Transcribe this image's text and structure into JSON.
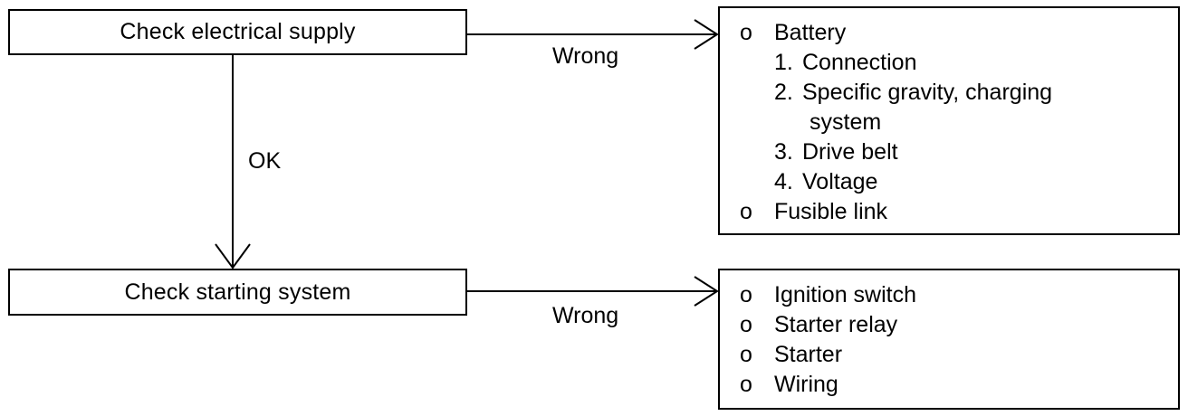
{
  "steps": {
    "electrical": "Check electrical supply",
    "starting": "Check starting system"
  },
  "edges": {
    "electrical_wrong": "Wrong",
    "electrical_ok": "OK",
    "starting_wrong": "Wrong"
  },
  "causes": {
    "electrical": {
      "battery": {
        "bullet": "o",
        "label": "Battery",
        "checks": [
          {
            "num": "1.",
            "text": "Connection",
            "cont": ""
          },
          {
            "num": "2.",
            "text": "Specific gravity, charging",
            "cont": "system"
          },
          {
            "num": "3.",
            "text": "Drive belt",
            "cont": ""
          },
          {
            "num": "4.",
            "text": "Voltage",
            "cont": ""
          }
        ]
      },
      "fusible_link": {
        "bullet": "o",
        "label": "Fusible link"
      }
    },
    "starting": {
      "items": [
        {
          "bullet": "o",
          "label": "Ignition switch"
        },
        {
          "bullet": "o",
          "label": "Starter relay"
        },
        {
          "bullet": "o",
          "label": "Starter"
        },
        {
          "bullet": "o",
          "label": "Wiring"
        }
      ]
    }
  }
}
